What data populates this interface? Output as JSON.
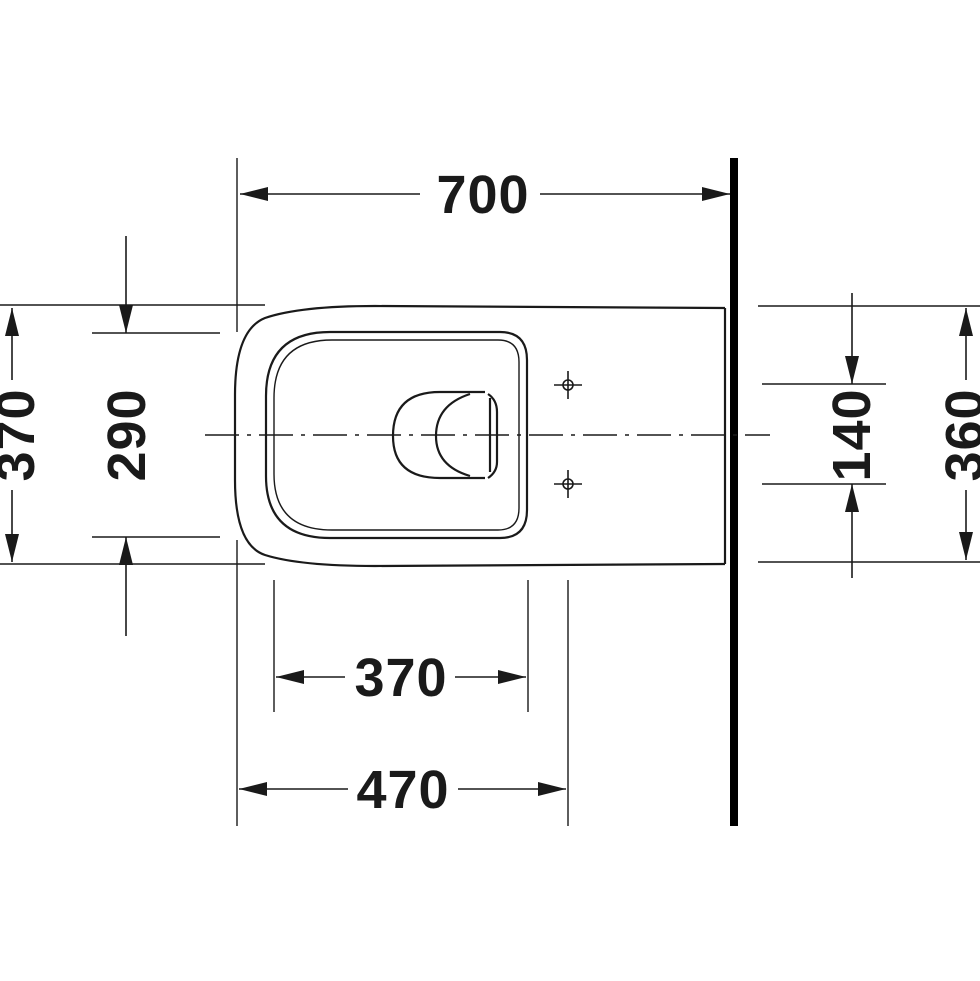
{
  "diagram": {
    "dimensions": {
      "overall_length": "700",
      "overall_width": "370",
      "seat_opening_width": "290",
      "fixing_hole_spacing": "140",
      "wall_plate_width": "360",
      "inner_length": "370",
      "rim_to_fixing": "470"
    }
  }
}
